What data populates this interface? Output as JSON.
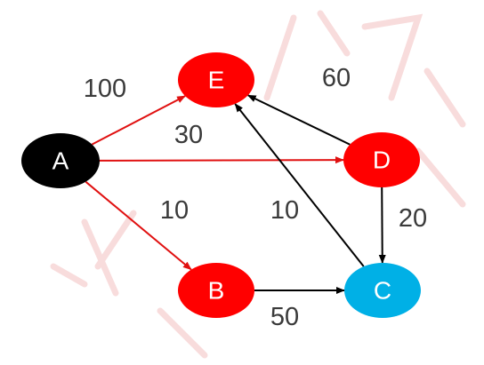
{
  "colors": {
    "red": "#ff0000",
    "black": "#000000",
    "blue": "#00b0e6",
    "red_edge": "#e01010",
    "black_edge": "#000000",
    "watermark": "#f6d6d6"
  },
  "nodes": [
    {
      "id": "A",
      "label": "A",
      "fill": "black"
    },
    {
      "id": "E",
      "label": "E",
      "fill": "red"
    },
    {
      "id": "D",
      "label": "D",
      "fill": "red"
    },
    {
      "id": "B",
      "label": "B",
      "fill": "red"
    },
    {
      "id": "C",
      "label": "C",
      "fill": "blue"
    }
  ],
  "edges": [
    {
      "from": "A",
      "to": "E",
      "weight": "100",
      "color": "red_edge"
    },
    {
      "from": "A",
      "to": "D",
      "weight": "30",
      "color": "red_edge"
    },
    {
      "from": "A",
      "to": "B",
      "weight": "10",
      "color": "red_edge"
    },
    {
      "from": "D",
      "to": "E",
      "weight": "60",
      "color": "black_edge"
    },
    {
      "from": "D",
      "to": "C",
      "weight": "20",
      "color": "black_edge"
    },
    {
      "from": "C",
      "to": "E",
      "weight": "10",
      "color": "black_edge"
    },
    {
      "from": "B",
      "to": "C",
      "weight": "50",
      "color": "black_edge"
    }
  ]
}
